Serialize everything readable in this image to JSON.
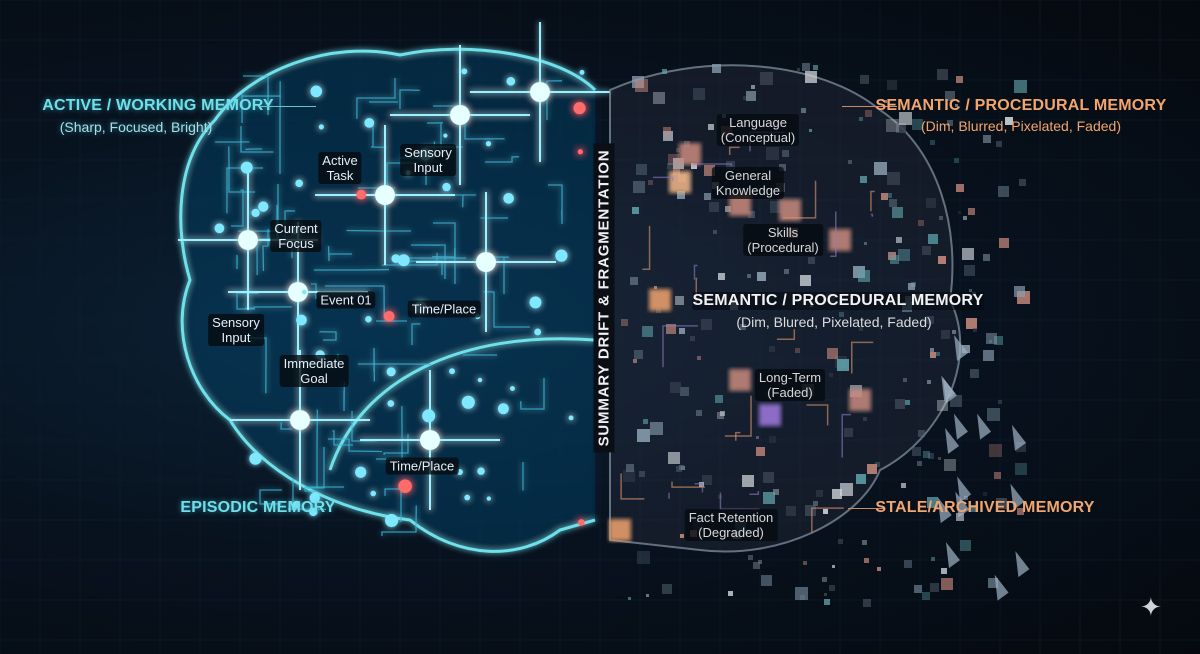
{
  "colors": {
    "active": "#6fe0ea",
    "semantic": "#f3a56e",
    "faded_node": "#c98b7e",
    "purple_node": "#a27ae0",
    "background": "#070c14"
  },
  "left_region": {
    "title": "ACTIVE / WORKING MEMORY",
    "subtitle": "(Sharp, Focused, Bright)",
    "episodic_label": "EPISODIC MEMORY",
    "nodes": [
      "Active\nTask",
      "Sensory\nInput",
      "Current\nFocus",
      "Event 01",
      "Time/Place",
      "Sensory\nInput",
      "Immediate\nGoal",
      "Time/Place"
    ]
  },
  "divider_label": "SUMMARY DRIFT & FRAGMENTATION",
  "right_region": {
    "title": "SEMANTIC / PROCEDURAL MEMORY",
    "subtitle": "(Dim, Blurred, Pixelated, Faded)",
    "center_title": "SEMANTIC / PROCEDURAL MEMORY",
    "center_subtitle": "(Dim, Blured, Pixelated, Faded)",
    "stale_label": "STALE/ARCHIVED MEMORY",
    "nodes": [
      "Language\n(Conceptual)",
      "General\nKnowledge",
      "Skills\n(Procedural)",
      "Long-Term\n(Faded)",
      "Fact Retention\n(Degraded)"
    ]
  },
  "watermark_icon": "sparkle-icon"
}
